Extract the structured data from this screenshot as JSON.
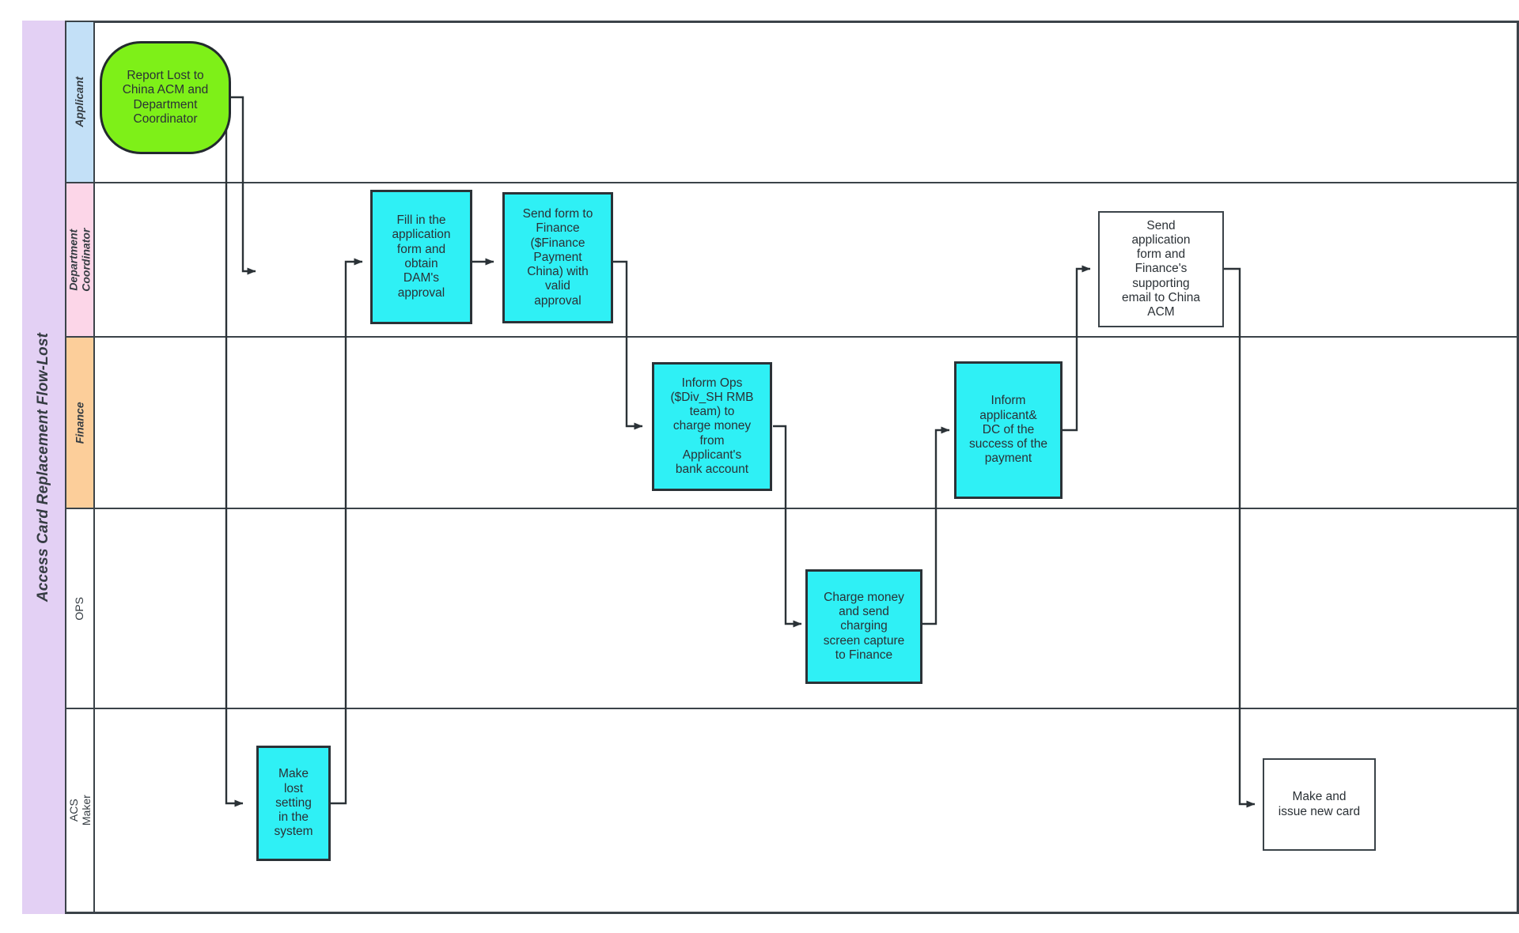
{
  "pool": {
    "title": "Access Card Replacement Flow-Lost",
    "title_color": "#e3d0f4",
    "border_color": "#3b4349"
  },
  "lanes": [
    {
      "id": "applicant",
      "label": "Applicant",
      "color": "#c3e0f7",
      "bold": true
    },
    {
      "id": "dept-coord",
      "label": "Department\nCoordinator",
      "color": "#fcd6e8",
      "bold": true
    },
    {
      "id": "finance",
      "label": "Finance",
      "color": "#fcce9a",
      "bold": true
    },
    {
      "id": "ops",
      "label": "OPS",
      "color": "#ffffff",
      "bold": false
    },
    {
      "id": "acs-maker",
      "label": "ACS Maker",
      "color": "#ffffff",
      "bold": false
    }
  ],
  "nodes": [
    {
      "id": "report-lost",
      "lane": "applicant",
      "type": "start",
      "label": "Report Lost to\nChina ACM and\nDepartment\nCoordinator",
      "fill": "#7ef018"
    },
    {
      "id": "fill-form",
      "lane": "dept-coord",
      "type": "task",
      "label": "Fill in the\napplication\nform and\nobtain\nDAM's\napproval",
      "fill": "#2ff0f5"
    },
    {
      "id": "send-form-finance",
      "lane": "dept-coord",
      "type": "task",
      "label": "Send form to\nFinance\n($Finance\nPayment\nChina) with\nvalid\napproval",
      "fill": "#2ff0f5"
    },
    {
      "id": "send-app-form-acm",
      "lane": "dept-coord",
      "type": "plain",
      "label": "Send\napplication\nform and\nFinance's\nsupporting\nemail to China\nACM",
      "fill": "#ffffff"
    },
    {
      "id": "inform-ops",
      "lane": "finance",
      "type": "task",
      "label": "Inform Ops\n($Div_SH RMB\nteam) to\ncharge money\nfrom\nApplicant's\nbank account",
      "fill": "#2ff0f5"
    },
    {
      "id": "inform-applicant-dc",
      "lane": "finance",
      "type": "task",
      "label": "Inform\napplicant&\nDC of the\nsuccess of the\npayment",
      "fill": "#2ff0f5"
    },
    {
      "id": "charge-money",
      "lane": "ops",
      "type": "task",
      "label": "Charge money\nand send\ncharging\nscreen capture\nto Finance",
      "fill": "#2ff0f5"
    },
    {
      "id": "make-lost-setting",
      "lane": "acs-maker",
      "type": "task",
      "label": "Make\nlost\nsetting\nin the\nsystem",
      "fill": "#2ff0f5"
    },
    {
      "id": "make-issue-card",
      "lane": "acs-maker",
      "type": "plain",
      "label": "Make and\nissue new card",
      "fill": "#ffffff"
    }
  ],
  "connectors": [
    {
      "id": "report-lost-to-fill-form",
      "from": "report-lost",
      "to": "fill-form"
    },
    {
      "id": "report-lost-to-make-lost-setting",
      "from": "report-lost",
      "to": "make-lost-setting"
    },
    {
      "id": "make-lost-setting-to-fill-form",
      "from": "make-lost-setting",
      "to": "fill-form"
    },
    {
      "id": "fill-form-to-send-form-finance",
      "from": "fill-form",
      "to": "send-form-finance"
    },
    {
      "id": "send-form-finance-to-inform-ops",
      "from": "send-form-finance",
      "to": "inform-ops"
    },
    {
      "id": "inform-ops-to-charge-money",
      "from": "inform-ops",
      "to": "charge-money"
    },
    {
      "id": "charge-money-to-inform-applicant-dc",
      "from": "charge-money",
      "to": "inform-applicant-dc"
    },
    {
      "id": "inform-applicant-dc-to-send-app-form",
      "from": "inform-applicant-dc",
      "to": "send-app-form-acm"
    },
    {
      "id": "send-app-form-to-make-issue-card",
      "from": "send-app-form-acm",
      "to": "make-issue-card"
    }
  ]
}
